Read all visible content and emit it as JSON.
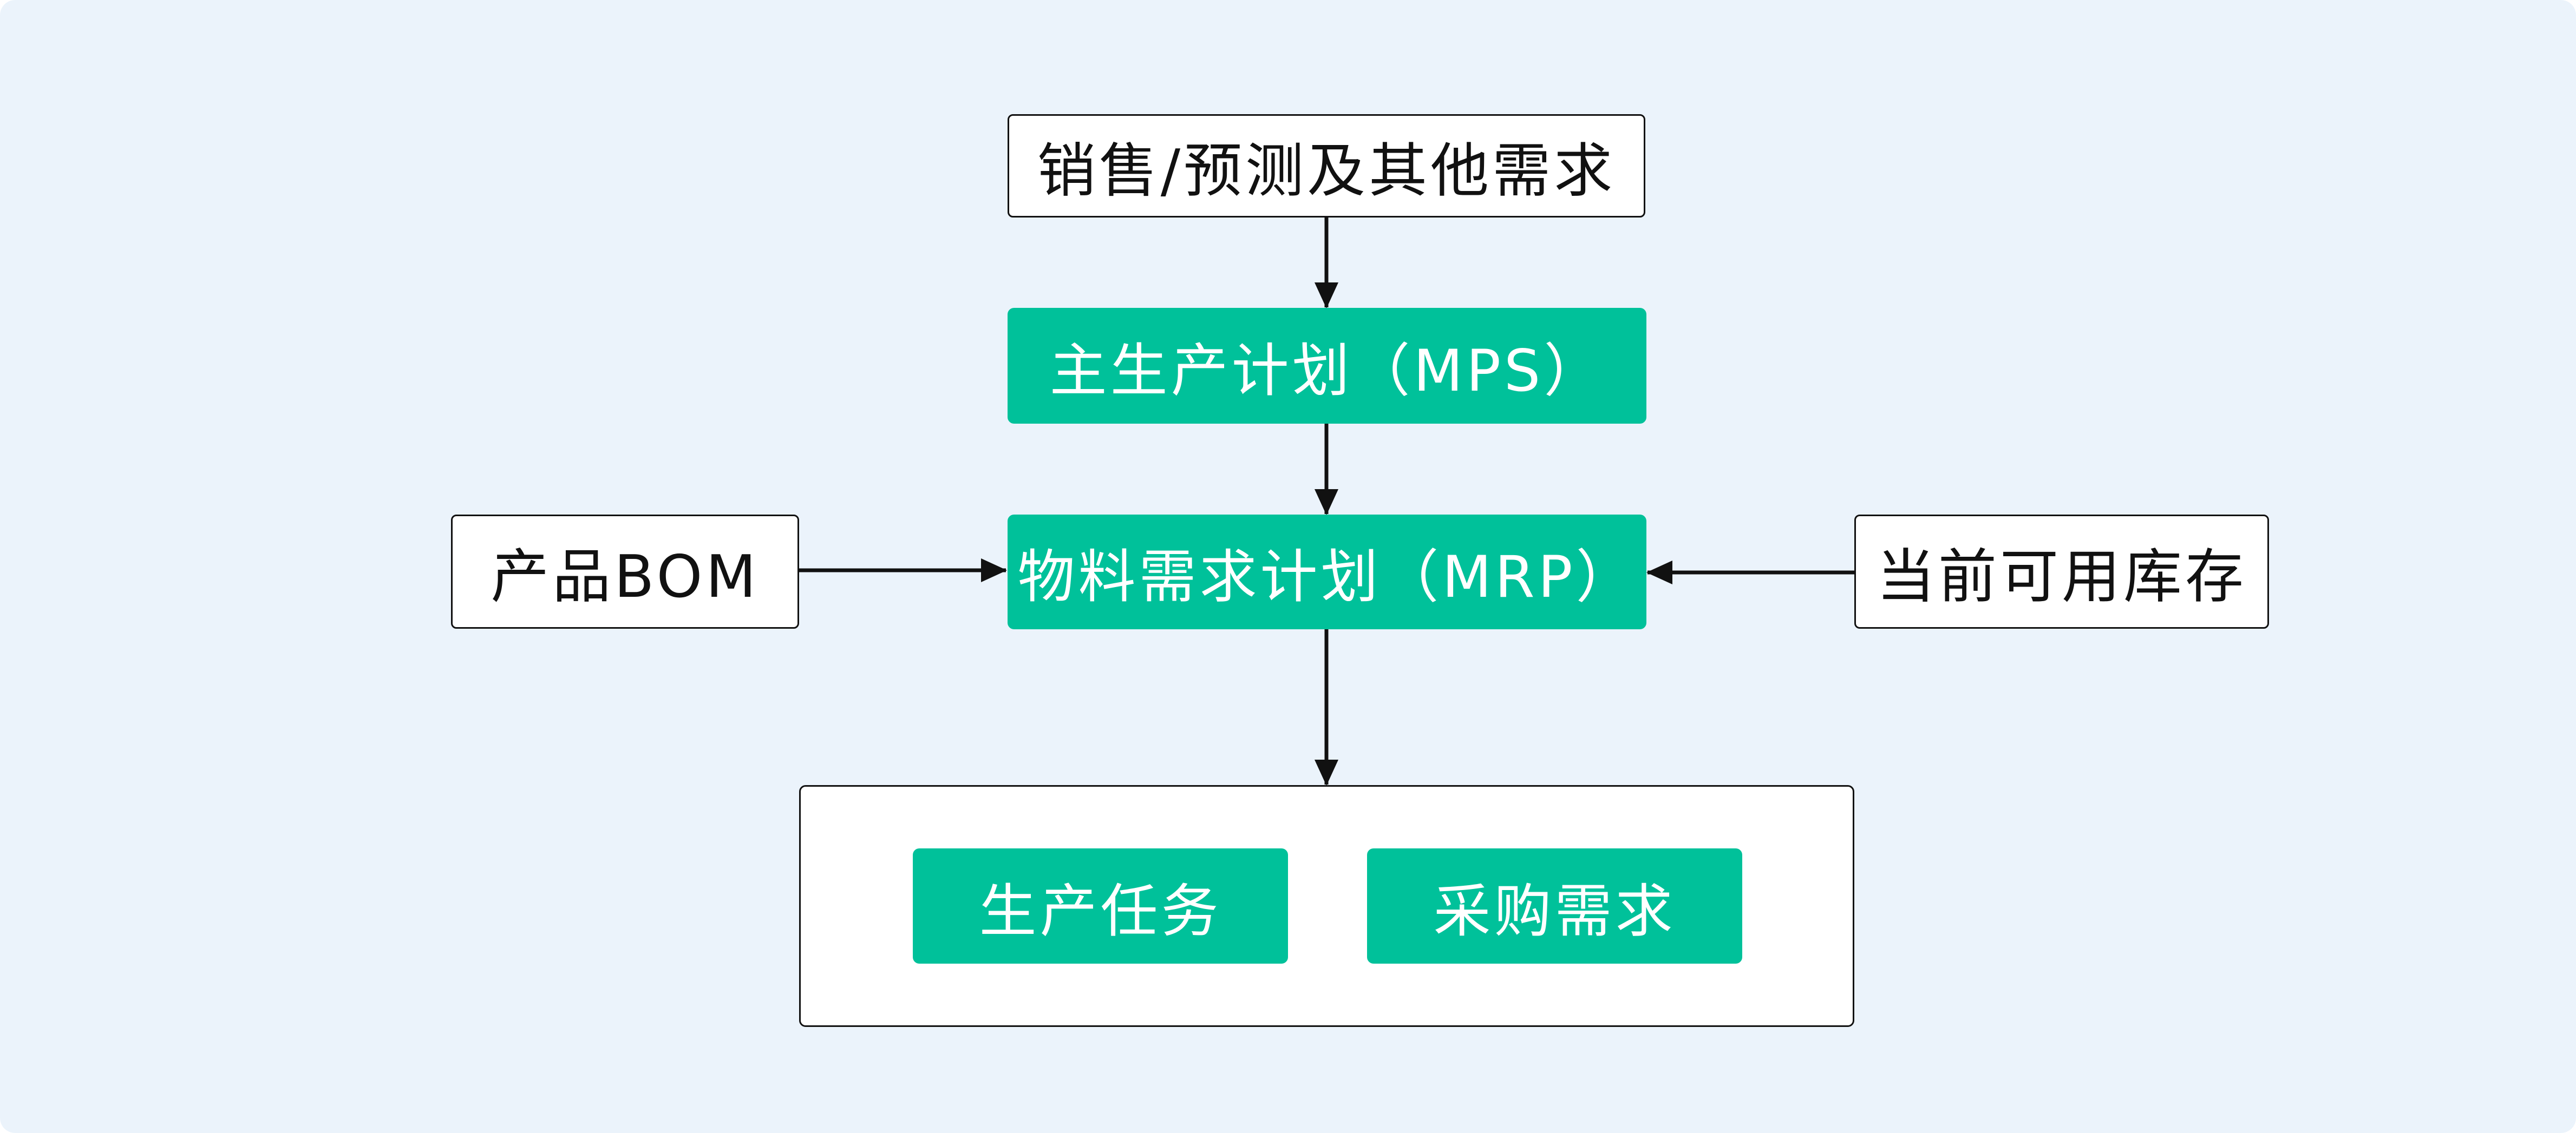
{
  "diagram": {
    "nodes": {
      "demand": "销售/预测及其他需求",
      "mps": "主生产计划（MPS）",
      "bom": "产品BOM",
      "mrp": "物料需求计划（MRP）",
      "inventory": "当前可用库存",
      "production_task": "生产任务",
      "purchase_demand": "采购需求"
    },
    "edges": [
      {
        "from": "demand",
        "to": "mps"
      },
      {
        "from": "mps",
        "to": "mrp"
      },
      {
        "from": "bom",
        "to": "mrp"
      },
      {
        "from": "inventory",
        "to": "mrp"
      },
      {
        "from": "mrp",
        "to": "output_group"
      }
    ],
    "colors": {
      "background": "#ebf3fb",
      "accent": "#00c19a",
      "line": "#111111"
    }
  }
}
